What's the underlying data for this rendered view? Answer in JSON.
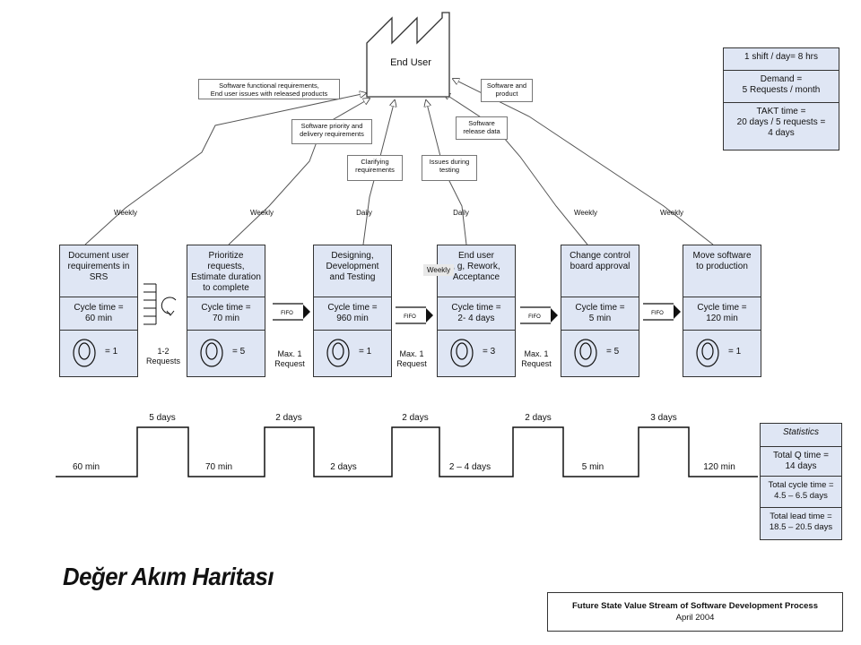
{
  "customer": {
    "label": "End User"
  },
  "info_box": {
    "shift": "1 shift  /  day= 8 hrs",
    "demand": "Demand =\n5 Requests / month",
    "takt": "TAKT time =\n20 days / 5 requests =\n4 days"
  },
  "notes": [
    "Software functional requirements,\nEnd user issues with released products",
    "Software priority and\ndelivery requirements",
    "Clarifying\nrequirements",
    "Issues during\ntesting",
    "Software\nrelease data",
    "Software and\nproduct"
  ],
  "frequencies": [
    "Weekly",
    "Weekly",
    "Daily",
    "Daily",
    "Weekly",
    "Weekly"
  ],
  "processes": [
    {
      "title": "Document user\nrequirements in\nSRS",
      "cycle": "Cycle time =\n60 min",
      "operators": "= 1"
    },
    {
      "title": "Prioritize requests,\nEstimate  duration\nto complete",
      "cycle": "Cycle time =\n70 min",
      "operators": "= 5"
    },
    {
      "title": "Designing,\nDevelopment\nand Testing",
      "cycle": "Cycle time =\n960 min",
      "operators": "= 1"
    },
    {
      "title": "End user\n, g, Rework,\nAcceptance",
      "cycle": "Cycle time =\n2- 4 days",
      "operators": "= 3"
    },
    {
      "title": "Change control\nboard approval",
      "cycle": "Cycle time =\n5 min",
      "operators": "= 5"
    },
    {
      "title": "Move software\nto production",
      "cycle": "Cycle time =\n120 min",
      "operators": "= 1"
    }
  ],
  "weekly_overlay": "Weekly",
  "buffer_label": "1-2\nRequests",
  "fifo_label": "FIFO",
  "max_request": "Max. 1\nRequest",
  "timeline": {
    "wait": [
      "5 days",
      "2 days",
      "2 days",
      "2 days",
      "3 days"
    ],
    "cycle": [
      "60 min",
      "70 min",
      "2 days",
      "2 – 4 days",
      "5 min",
      "120 min"
    ]
  },
  "statistics": {
    "title": "Statistics",
    "q_time": "Total Q time =\n14 days",
    "cycle_time": "Total cycle time =\n4.5 – 6.5 days",
    "lead_time": "Total lead time =\n18.5 – 20.5 days"
  },
  "page_title": "Değer Akım Haritası",
  "caption": {
    "title": "Future State Value Stream of Software Development Process",
    "date": "April 2004"
  }
}
